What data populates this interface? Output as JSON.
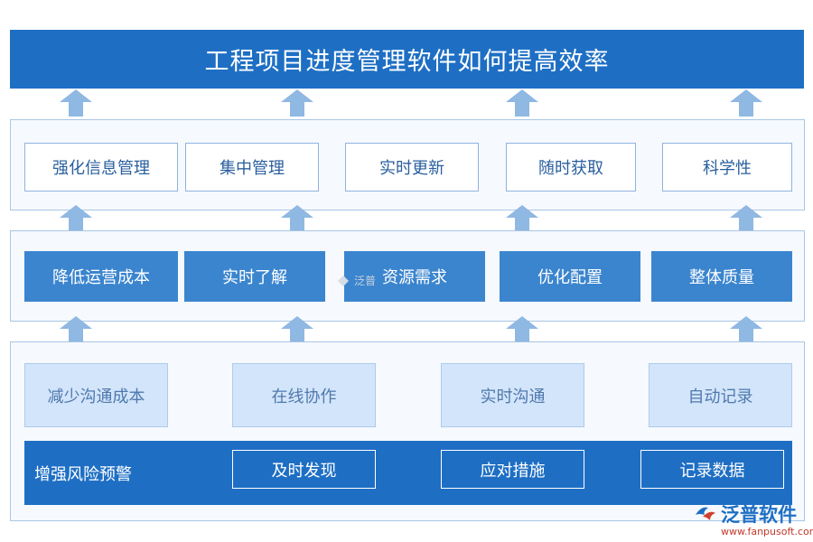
{
  "title": "工程项目进度管理软件如何提高效率",
  "row_top": [
    "强化信息管理",
    "集中管理",
    "实时更新",
    "随时获取",
    "科学性"
  ],
  "row_middle": [
    "降低运营成本",
    "实时了解",
    "资源需求",
    "优化配置",
    "整体质量"
  ],
  "row_bottom": [
    "减少沟通成本",
    "在线协作",
    "实时沟通",
    "自动记录"
  ],
  "risk": {
    "label": "增强风险预警",
    "items": [
      "及时发现",
      "应对措施",
      "记录数据"
    ]
  },
  "watermark": {
    "text": "泛普"
  },
  "logo": {
    "name": "泛普软件",
    "url": "www.fanpusoft.com"
  },
  "colors": {
    "primary": "#1e6fc4",
    "solid_box": "#3b85cf",
    "light_box": "#d3e5fa",
    "arrow": "#8fb8e2"
  }
}
